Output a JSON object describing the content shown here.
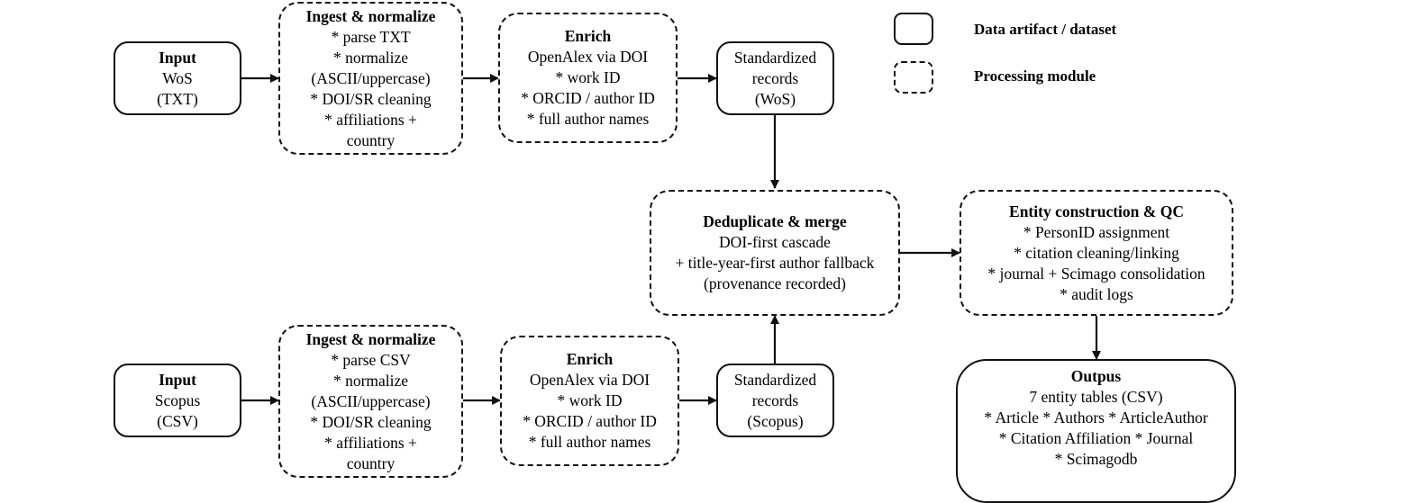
{
  "legend": {
    "artifact_label": "Data artifact / dataset",
    "module_label": "Processing module"
  },
  "nodes": {
    "input_wos": {
      "title": "Input",
      "lines": [
        "WoS",
        "(TXT)"
      ]
    },
    "ingest_wos": {
      "title": "Ingest & normalize",
      "lines": [
        "* parse TXT",
        "* normalize",
        "(ASCII/uppercase)",
        "* DOI/SR cleaning",
        "* affiliations +",
        "country"
      ]
    },
    "enrich_wos": {
      "title": "Enrich",
      "lines": [
        "OpenAlex via DOI",
        "* work ID",
        "* ORCID / author ID",
        "* full author names"
      ]
    },
    "records_wos": {
      "title": "",
      "lines": [
        "Standardized",
        "records",
        "(WoS)"
      ]
    },
    "input_scopus": {
      "title": "Input",
      "lines": [
        "Scopus",
        "(CSV)"
      ]
    },
    "ingest_scopus": {
      "title": "Ingest & normalize",
      "lines": [
        "* parse CSV",
        "* normalize",
        "(ASCII/uppercase)",
        "* DOI/SR cleaning",
        "* affiliations +",
        "country"
      ]
    },
    "enrich_scopus": {
      "title": "Enrich",
      "lines": [
        "OpenAlex via DOI",
        "* work ID",
        "* ORCID / author ID",
        "* full author names"
      ]
    },
    "records_scopus": {
      "title": "",
      "lines": [
        "Standardized",
        "records",
        "(Scopus)"
      ]
    },
    "dedup": {
      "title": "Deduplicate & merge",
      "lines": [
        "DOI-first cascade",
        "+ title-year-first author fallback",
        "(provenance recorded)"
      ]
    },
    "entity": {
      "title": "Entity construction & QC",
      "lines": [
        "* PersonID assignment",
        "* citation cleaning/linking",
        "* journal + Scimago consolidation",
        "* audit logs"
      ]
    },
    "outputs": {
      "title": "Outpus",
      "lines": [
        "7 entity tables (CSV)",
        "* Article * Authors * ArticleAuthor",
        "* Citation Affiliation * Journal",
        "* Scimagodb"
      ]
    }
  }
}
